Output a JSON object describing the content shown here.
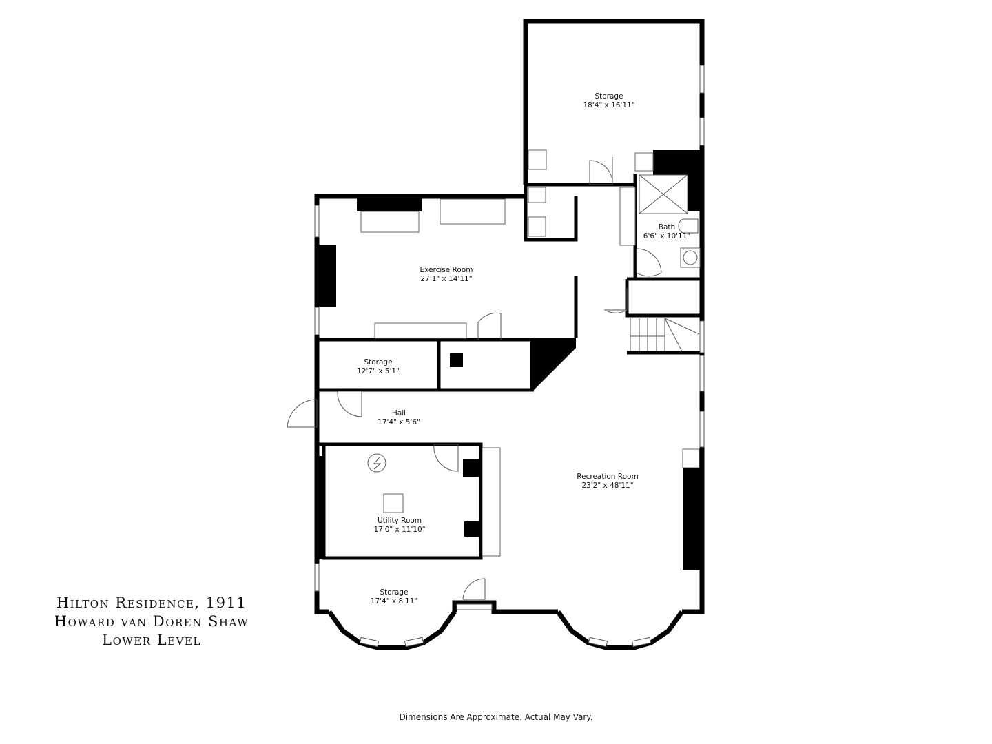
{
  "title_block": {
    "line1": "Hilton Residence, 1911",
    "line2": "Howard van Doren Shaw",
    "line3": "Lower Level"
  },
  "disclaimer": "Dimensions Are Approximate. Actual May Vary.",
  "colors": {
    "wall": "#000000",
    "fixture_stroke": "#555555",
    "background": "#ffffff"
  },
  "rooms": [
    {
      "id": "storage-north",
      "name": "Storage",
      "dims": "18'4\" x 16'11\""
    },
    {
      "id": "bath",
      "name": "Bath",
      "dims": "6'6\" x 10'11\""
    },
    {
      "id": "exercise-room",
      "name": "Exercise Room",
      "dims": "27'1\" x 14'11\""
    },
    {
      "id": "storage-mid",
      "name": "Storage",
      "dims": "12'7\" x 5'1\""
    },
    {
      "id": "hall",
      "name": "Hall",
      "dims": "17'4\" x 5'6\""
    },
    {
      "id": "utility-room",
      "name": "Utility Room",
      "dims": "17'0\" x 11'10\""
    },
    {
      "id": "recreation-room",
      "name": "Recreation Room",
      "dims": "23'2\" x 48'11\""
    },
    {
      "id": "storage-south",
      "name": "Storage",
      "dims": "17'4\" x 8'11\""
    }
  ]
}
